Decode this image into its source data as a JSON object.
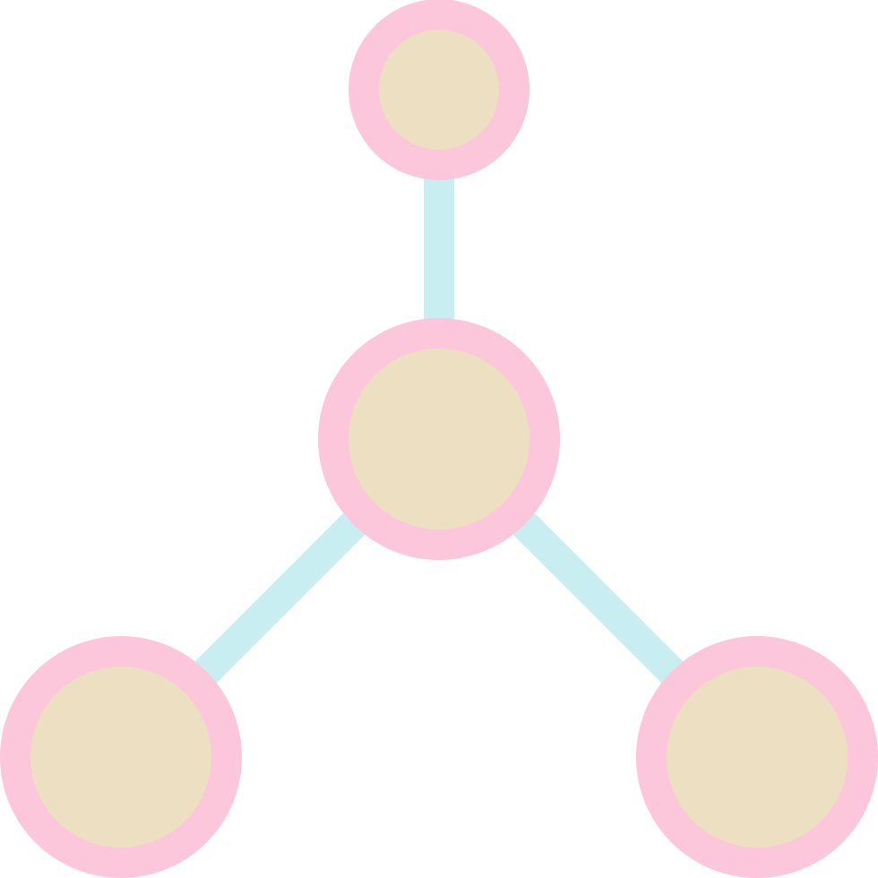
{
  "icon": {
    "name": "molecule-network-icon",
    "colors": {
      "background": "#ffffff",
      "connector": "#c8eef1",
      "node_ring": "#fcc6db",
      "node_fill": "#ede0c2"
    },
    "nodes": [
      "top",
      "center",
      "bottom-left",
      "bottom-right"
    ],
    "links": [
      [
        "center",
        "top"
      ],
      [
        "center",
        "bottom-left"
      ],
      [
        "center",
        "bottom-right"
      ]
    ]
  }
}
